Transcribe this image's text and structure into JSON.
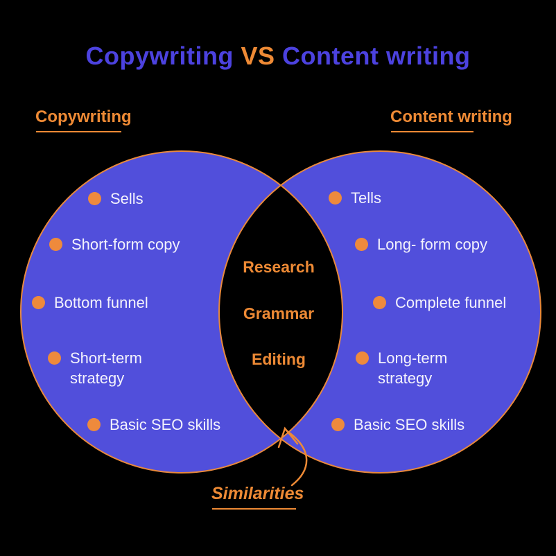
{
  "title": {
    "left_part": "Copywriting",
    "vs": "VS",
    "right_part": "Content writing"
  },
  "columns": {
    "left_label": "Copywriting",
    "right_label": "Content writing"
  },
  "venn": {
    "left_items": [
      "Sells",
      "Short-form copy",
      "Bottom funnel",
      "Short-term strategy",
      "Basic SEO skills"
    ],
    "shared_items": [
      "Research",
      "Grammar",
      "Editing"
    ],
    "right_items": [
      "Tells",
      "Long- form copy",
      "Complete funnel",
      "Long-term strategy",
      "Basic SEO skills"
    ],
    "annotation": "Similarities"
  },
  "colors": {
    "background": "#000000",
    "circle_fill": "#514FDB",
    "circle_outline": "#E9893C",
    "bullet": "#EE8A3C",
    "orange_text": "#EE8A35",
    "white_text": "#F3F2FC",
    "title_indigo": "#4C42DF"
  }
}
